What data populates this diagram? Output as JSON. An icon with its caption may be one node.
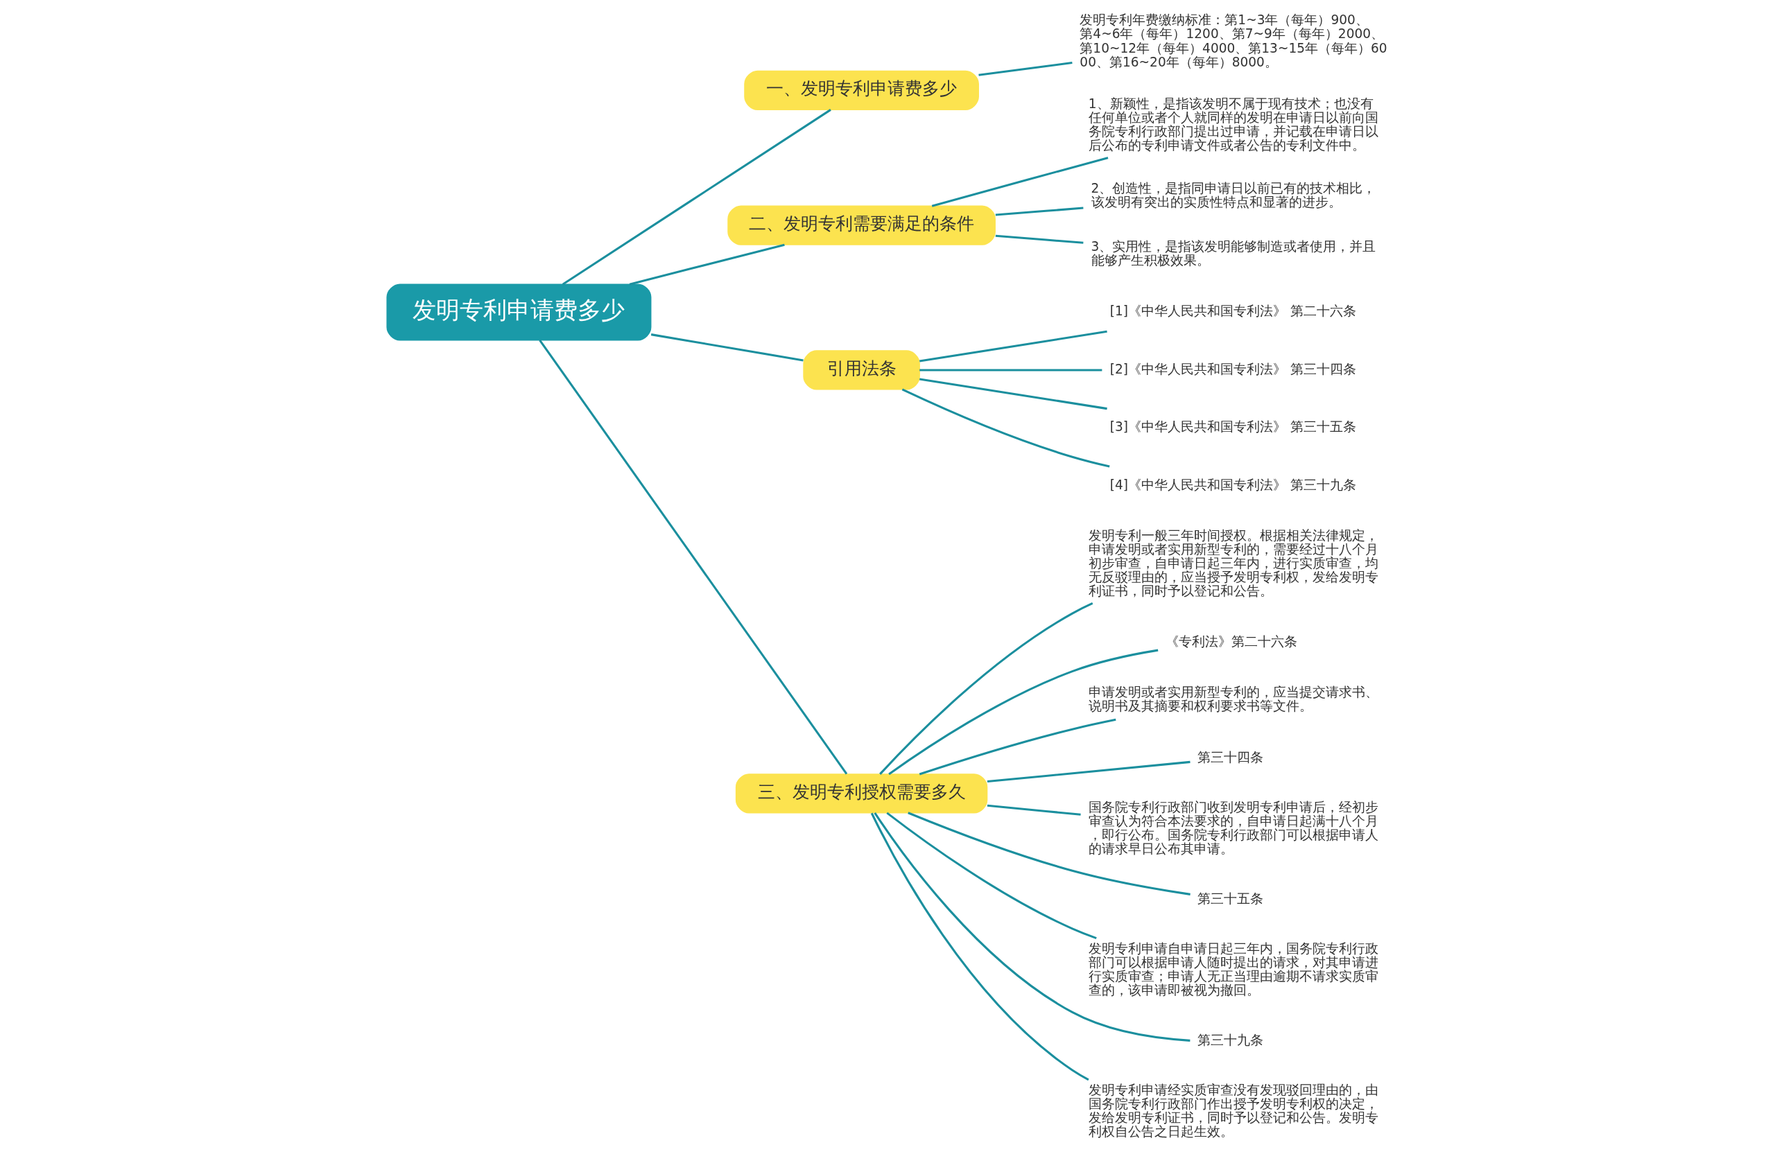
{
  "diagram": {
    "nodes": [
      {
        "text": [
          "发明专利申请费多少"
        ]
      },
      {
        "text": [
          "一、发明专利申请费多少"
        ]
      },
      {
        "text": [
          "发明专利年费缴纳标准：第1~3年（每年）900、第4~6年（每年）1200、第7~9年（每年）2000、第10~12年（每年）4000、第13~15年（每年）6000、第16~20年（每年）8000。"
        ]
      },
      {
        "text": [
          "二、发明专利需要满足的条件"
        ]
      },
      {
        "text": [
          "1、新颖性，是指该发明不属于现有技术；也没有任何单位或者个人就同样的发明在申请日以前向国务院专利行政部门提出过申请，并记载在申请日以后公布的专利申请文件或者公告的专利文件中。"
        ]
      },
      {
        "text": [
          "2、创造性，是指同申请日以前已有的技术相比，该发明有突出的实质性特点和显著的进步。"
        ]
      },
      {
        "text": [
          "3、实用性，是指该发明能够制造或者使用，并且能够产生积极效果。"
        ]
      },
      {
        "text": [
          "引用法条"
        ]
      },
      {
        "text": [
          "[1]《中华人民共和国专利法》 第二十六条"
        ]
      },
      {
        "text": [
          "[2]《中华人民共和国专利法》 第三十四条"
        ]
      },
      {
        "text": [
          "[3]《中华人民共和国专利法》 第三十五条"
        ]
      },
      {
        "text": [
          "[4]《中华人民共和国专利法》 第三十九条"
        ]
      },
      {
        "text": [
          "三、发明专利授权需要多久"
        ]
      },
      {
        "text": [
          "发明专利一般三年时间授权。根据相关法律规定，申请发明或者实用新型专利的，需要经过十八个月初步审查，自申请日起三年内，进行实质审查，均无反驳理由的，应当授予发明专利权，发给发明专利证书，同时予以登记和公告。"
        ]
      },
      {
        "text": [
          "《专利法》第二十六条"
        ]
      },
      {
        "text": [
          "申请发明或者实用新型专利的，应当提交请求书、说明书及其摘要和权利要求书等文件。"
        ]
      },
      {
        "text": [
          "第三十四条"
        ]
      },
      {
        "text": [
          "国务院专利行政部门收到发明专利申请后，经初步审查认为符合本法要求的，自申请日起满十八个月，即行公布。国务院专利行政部门可以根据申请人的请求早日公布其申请。"
        ]
      },
      {
        "text": [
          "第三十五条"
        ]
      },
      {
        "text": [
          "发明专利申请自申请日起三年内，国务院专利行政部门可以根据申请人随时提出的请求，对其申请进行实质审查；申请人无正当理由逾期不请求实质审查的，该申请即被视为撤回。"
        ]
      },
      {
        "text": [
          "第三十九条"
        ]
      },
      {
        "text": [
          "发明专利申请经实质审查没有发现驳回理由的，由国务院专利行政部门作出授予发明专利权的决定，发给发明专利证书，同时予以登记和公告。发明专利权自公告之日起生效。"
        ]
      }
    ],
    "edges": [
      {
        "from": 0,
        "to": 1,
        "arrow": "none"
      },
      {
        "from": 1,
        "to": 2,
        "arrow": "none"
      },
      {
        "from": 0,
        "to": 3,
        "arrow": "none"
      },
      {
        "from": 3,
        "to": 4,
        "arrow": "none"
      },
      {
        "from": 3,
        "to": 5,
        "arrow": "none"
      },
      {
        "from": 3,
        "to": 6,
        "arrow": "none"
      },
      {
        "from": 0,
        "to": 7,
        "arrow": "none"
      },
      {
        "from": 7,
        "to": 8,
        "arrow": "none"
      },
      {
        "from": 7,
        "to": 9,
        "arrow": "none"
      },
      {
        "from": 7,
        "to": 10,
        "arrow": "none"
      },
      {
        "from": 7,
        "to": 11,
        "arrow": "none"
      },
      {
        "from": 0,
        "to": 12,
        "arrow": "none"
      },
      {
        "from": 12,
        "to": 13,
        "arrow": "none"
      },
      {
        "from": 12,
        "to": 14,
        "arrow": "none"
      },
      {
        "from": 12,
        "to": 15,
        "arrow": "none"
      },
      {
        "from": 12,
        "to": 16,
        "arrow": "none"
      },
      {
        "from": 12,
        "to": 17,
        "arrow": "none"
      },
      {
        "from": 12,
        "to": 18,
        "arrow": "none"
      },
      {
        "from": 12,
        "to": 19,
        "arrow": "none"
      },
      {
        "from": 12,
        "to": 20,
        "arrow": "none"
      },
      {
        "from": 12,
        "to": 21,
        "arrow": "none"
      }
    ]
  }
}
